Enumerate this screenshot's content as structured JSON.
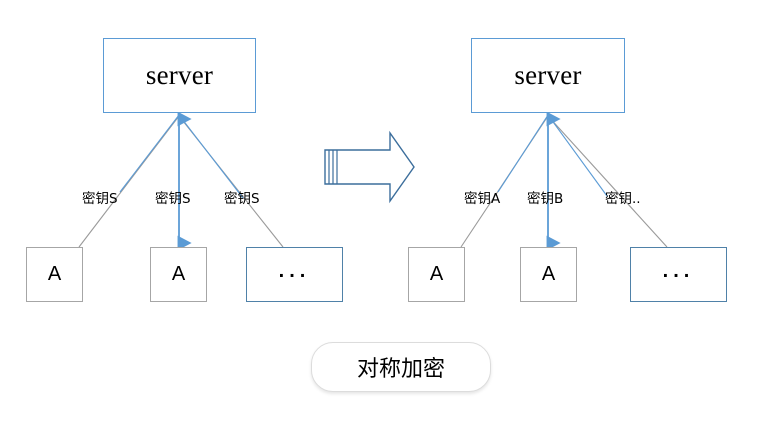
{
  "diagram": {
    "title_caption": "对称加密",
    "colors": {
      "accent_blue": "#5b9bd5",
      "edge_blue": "#4a7ebb",
      "edge_gray": "#9a9a9a",
      "leaf_border_gray": "#a6a6a6",
      "background": "#ffffff"
    },
    "left_group": {
      "server_label": "server",
      "key_labels": [
        "密钥S",
        "密钥S",
        "密钥S"
      ],
      "clients": [
        {
          "label": "A",
          "type": "client"
        },
        {
          "label": "A",
          "type": "client"
        },
        {
          "label": "...",
          "type": "more"
        }
      ]
    },
    "right_group": {
      "server_label": "server",
      "key_labels": [
        "密钥A",
        "密钥B",
        "密钥.."
      ],
      "clients": [
        {
          "label": "A",
          "type": "client"
        },
        {
          "label": "A",
          "type": "client"
        },
        {
          "label": "...",
          "type": "more"
        }
      ]
    },
    "transition_arrow": {
      "name": "right-block-arrow",
      "direction": "right"
    }
  }
}
